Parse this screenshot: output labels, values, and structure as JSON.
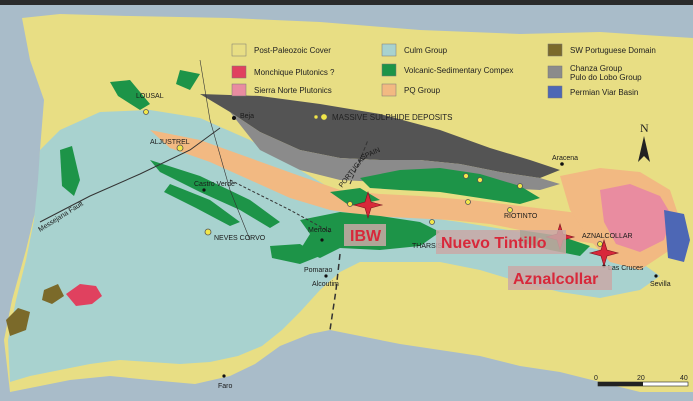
{
  "colors": {
    "ocean": "#a9bcc9",
    "post_paleozoic": "#e8de84",
    "culm": "#a8d2cf",
    "volcanic": "#1d9448",
    "pq": "#f2b982",
    "sw_portuguese": "#7b6a2a",
    "chanza": "#8b8b8b",
    "chanza_dark": "#545454",
    "viar": "#4d67b5",
    "monchique": "#e0415f",
    "sierra_norte": "#e98ca0",
    "highlight_box": "#c9a9a7",
    "star": "#d8283a"
  },
  "legend": [
    {
      "key": "post-paleozoic",
      "label": "Post-Paleozoic Cover",
      "color": "#e8de84"
    },
    {
      "key": "monchique",
      "label": "Monchique Plutonics ?",
      "color": "#e0415f"
    },
    {
      "key": "sierra-norte",
      "label": "Sierra Norte Plutonics",
      "color": "#e98ca0"
    },
    {
      "key": "culm",
      "label": "Culm Group",
      "color": "#a8d2cf"
    },
    {
      "key": "volcanic",
      "label": "Volcanic-Sedimentary Compex",
      "color": "#1d9448"
    },
    {
      "key": "pq",
      "label": "PQ Group",
      "color": "#f2b982"
    },
    {
      "key": "sw-portuguese",
      "label": "SW Portuguese Domain",
      "color": "#7b6a2a"
    },
    {
      "key": "chanza",
      "label": "Chanza Group",
      "label2": "Pulo do Lobo Group",
      "color": "#8b8b8b"
    },
    {
      "key": "viar",
      "label": "Permian Viar Basin",
      "color": "#4d67b5"
    }
  ],
  "deposits_legend": "MASSIVE SULPHIDE DEPOSITS",
  "north": "N",
  "towns": {
    "lousal": "LOUSAL",
    "aljustrel": "ALJUSTREL",
    "beja": "Beja",
    "castro_verde": "Castro Verde",
    "neves_corvo": "NEVES CORVO",
    "mertola": "Mertola",
    "pomarao": "Pomarao",
    "alcoutim": "Alcoutim",
    "tharsis": "THARSIS",
    "aracena": "Aracena",
    "riotinto": "RIOTINTO",
    "aznalcollar_small": "AZNALCOLLAR",
    "las_cruces": "Las Cruces",
    "sevilla": "Sevilla",
    "faro": "Faro",
    "portugal": "PORTUGAL",
    "spain": "SPAIN",
    "messejana": "Messejana Fault"
  },
  "highlights": [
    {
      "name": "ibw",
      "label": "IBW"
    },
    {
      "name": "nuevo-tintillo",
      "label": "Nuevo Tintillo"
    },
    {
      "name": "aznalcollar",
      "label": "Aznalcollar"
    }
  ],
  "scale": {
    "ticks": [
      "0",
      "20",
      "40"
    ]
  }
}
